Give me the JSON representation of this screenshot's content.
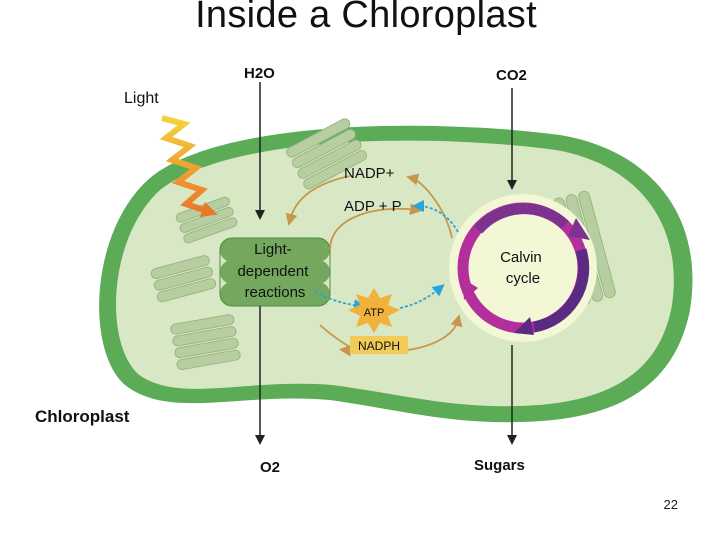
{
  "slide": {
    "title": "Inside a Chloroplast",
    "page_number": "22"
  },
  "inputs": {
    "water": "H2O",
    "carbon_dioxide": "CO2",
    "light": "Light"
  },
  "outputs": {
    "oxygen": "O2",
    "sugars": "Sugars"
  },
  "cycle_molecules": {
    "nadp": "NADP+",
    "adp_p": "ADP + P",
    "atp": "ATP",
    "nadph": "NADPH"
  },
  "processes": {
    "light_dependent": [
      "Light-",
      "dependent",
      "reactions"
    ],
    "calvin": [
      "Calvin",
      "cycle"
    ]
  },
  "organelle_label": "Chloroplast",
  "colors": {
    "outer_membrane": "#5cab56",
    "stroma": "#d9e8c4",
    "thylakoid": "#a9c391",
    "light_reaction_box": "#74a85e",
    "calvin_fill": "#f3f7d6",
    "calvin_ring": "#b42f9e",
    "calvin_arrow_dark": "#5b2a82",
    "light_wave_top": "#f5d23a",
    "light_wave_bottom": "#e8782a",
    "tan_arrow": "#c8964a",
    "blue_arrow": "#2aa3dd",
    "atp_star": "#f0b23a",
    "nadph_fill": "#f2cb57"
  }
}
